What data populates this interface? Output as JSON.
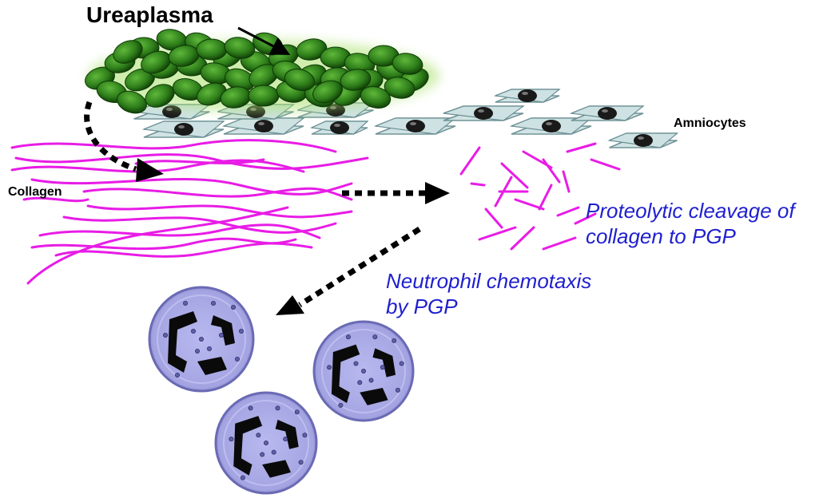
{
  "labels": {
    "ureaplasma": "Ureaplasma",
    "amniocytes": "Amniocytes",
    "collagen": "Collagen",
    "cleavage_line1": "Proteolytic cleavage of",
    "cleavage_line2": "collagen to PGP",
    "chemotaxis_line1": "Neutrophil chemotaxis",
    "chemotaxis_line2": "by PGP"
  },
  "colors": {
    "bacteria_fill": "#2e7d1a",
    "bacteria_dark": "#0d3a05",
    "bacteria_glow": "#a8e06a",
    "amniocyte_fill": "#cfe2e3",
    "amniocyte_stroke": "#6a8f93",
    "nucleus": "#1a1a1a",
    "collagen": "#e81ce6",
    "neutrophil_fill": "#a9a9e8",
    "neutrophil_rim": "#6a6ab4",
    "neutrophil_nucleus": "#0a0a0a",
    "annotation_text": "#1f1fcf",
    "arrow": "#000000"
  },
  "icons": {
    "bacteria": "ureaplasma-bacterium-icon",
    "amniocyte": "amniocyte-cell-icon",
    "neutrophil": "neutrophil-cell-icon"
  }
}
